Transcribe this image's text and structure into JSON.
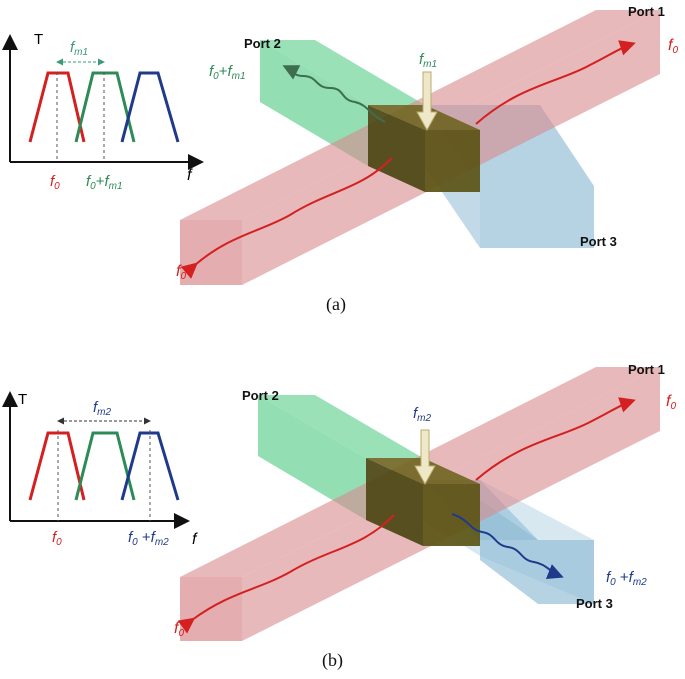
{
  "colors": {
    "red_guide": "#d98a8e",
    "green_guide": "#6fd49a",
    "blue_guide": "#8fbcd6",
    "red": "#d42020",
    "green": "#2e8b57",
    "navy": "#1f3a8a",
    "modulator": "#5b5415",
    "arrow_fill": "#efe8c8"
  },
  "panels": [
    {
      "caption": "(a)",
      "plot": {
        "y_label": "T",
        "x_label": "f",
        "spacing_label": "f",
        "spacing_sub": "m1",
        "tick1": {
          "base": "f",
          "sub": "0"
        },
        "tick2": {
          "base": "f",
          "sub0": "0",
          "plus": "+",
          "base2": "f",
          "sub": "m1"
        }
      },
      "ports": {
        "port1": "Port 1",
        "port2": "Port 2",
        "port3": "Port 3"
      },
      "labels": {
        "input": {
          "base": "f",
          "sub": "0"
        },
        "output_port1": {
          "base": "f",
          "sub": "0"
        },
        "output_port2": {
          "base": "f",
          "sub0": "0",
          "plus": "+",
          "base2": "f",
          "sub": "m1"
        },
        "modulation": {
          "base": "f",
          "sub": "m1"
        }
      }
    },
    {
      "caption": "(b)",
      "plot": {
        "y_label": "T",
        "x_label": "f",
        "spacing_label": "f",
        "spacing_sub": "m2",
        "tick1": {
          "base": "f",
          "sub": "0"
        },
        "tick2": {
          "base": "f",
          "sub0": "0",
          "plus": " +",
          "base2": "f",
          "sub": "m2"
        }
      },
      "ports": {
        "port1": "Port 1",
        "port2": "Port 2",
        "port3": "Port 3"
      },
      "labels": {
        "input": {
          "base": "f",
          "sub": "0"
        },
        "output_port1": {
          "base": "f",
          "sub": "0"
        },
        "output_port3": {
          "base": "f",
          "sub0": "0",
          "plus": " +",
          "base2": "f",
          "sub": "m2"
        },
        "modulation": {
          "base": "f",
          "sub": "m2"
        }
      }
    }
  ]
}
